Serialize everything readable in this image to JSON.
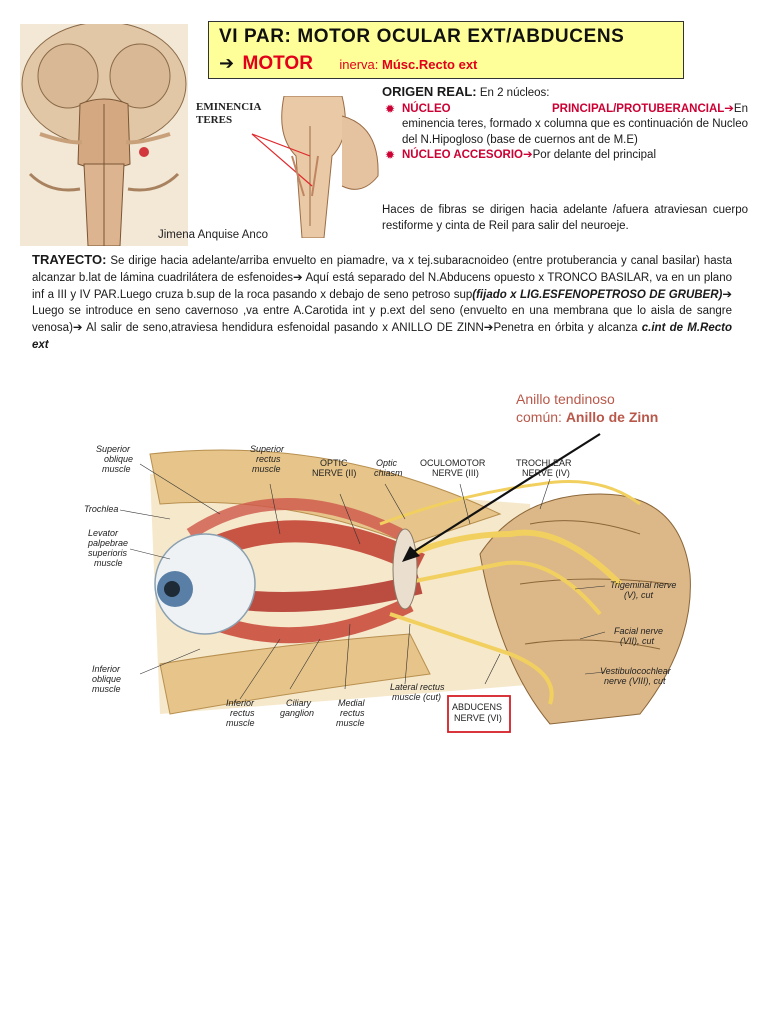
{
  "title": {
    "line1": "VI PAR: MOTOR OCULAR EXT/ABDUCENS",
    "arrow": "➔",
    "motor": "MOTOR",
    "inerva": "inerva: ",
    "musc": "Músc.Recto ext"
  },
  "brain_caption": "Jimena Anquise Anco",
  "eminencia_label": [
    "EMINENCIA",
    "TERES"
  ],
  "origen": {
    "title": "ORIGEN REAL:",
    "subtitle": " En 2 núcleos:",
    "item1_a": "NÚCLEO",
    "item1_b": "PRINCIPAL/PROTUBERANCIAL",
    "item1_arrow": "➔",
    "item1_c": "En",
    "item1_text": "eminencia teres, formado x columna que es continuación de Nucleo del N.Hipogloso (base de cuernos ant de M.E)",
    "item2_a": "NÚCLEO ACCESORIO",
    "item2_arrow": "➔",
    "item2_text": "Por delante del principal",
    "haces": "Haces de fibras se dirigen hacia adelante /afuera atraviesan cuerpo restiforme y cinta de Reil para salir del neuroeje."
  },
  "trayecto": {
    "label": "TRAYECTO:",
    "p1": " Se dirige hacia adelante/arriba envuelto en piamadre, va x tej.subaracnoideo (entre protuberancia y canal basilar) hasta alcanzar b.lat de lámina cuadrilátera de esfenoides",
    "a1": "➔",
    "p2": " Aquí está separado del N.Abducens opuesto x TRONCO BASILAR, va en un plano inf a III y IV PAR.Luego cruza b.sup de la roca pasando x debajo de seno petroso sup",
    "b1": "(fijado x LIG.ESFENOPETROSO DE GRUBER)",
    "a2": "➔",
    "p3": " Luego se introduce en seno cavernoso ,va entre A.Carotida int y p.ext del seno (envuelto en una membrana que lo aisla de sangre venosa)",
    "a3": "➔",
    "p4": " Al salir de seno,atraviesa hendidura esfenoidal pasando x ANILLO DE ZINN",
    "a4": "➔",
    "p5": "Penetra en órbita y alcanza ",
    "b2": "c.int de M.Recto ext"
  },
  "anillo": {
    "line1": "Anillo tendinoso",
    "line2a": "común: ",
    "line2b": "Anillo de Zinn"
  },
  "figure_labels": {
    "superior_oblique": [
      "Superior",
      "oblique",
      "muscle"
    ],
    "superior_rectus": [
      "Superior",
      "rectus",
      "muscle"
    ],
    "optic_nerve": [
      "OPTIC",
      "NERVE (II)"
    ],
    "optic_chiasm": [
      "Optic",
      "chiasm"
    ],
    "oculomotor": [
      "OCULOMOTOR",
      "NERVE (III)"
    ],
    "trochlear": [
      "TROCHLEAR",
      "NERVE (IV)"
    ],
    "trochlea": "Trochlea",
    "levator": [
      "Levator",
      "palpebrae",
      "superioris",
      "muscle"
    ],
    "trigeminal": [
      "Trigeminal nerve",
      "(V), cut"
    ],
    "facial": [
      "Facial nerve",
      "(VII), cut"
    ],
    "vestibulo": [
      "Vestibulocochlear",
      "nerve (VIII), cut"
    ],
    "inferior_oblique": [
      "Inferior",
      "oblique",
      "muscle"
    ],
    "inferior_rectus": [
      "Inferior",
      "rectus",
      "muscle"
    ],
    "ciliary": [
      "Ciliary",
      "ganglion"
    ],
    "medial_rectus": [
      "Medial",
      "rectus",
      "muscle"
    ],
    "lateral_rectus": [
      "Lateral rectus",
      "muscle (cut)"
    ],
    "abducens": [
      "ABDUCENS",
      "NERVE (VI)"
    ]
  },
  "colors": {
    "title_bg": "#ffff99",
    "accent_red": "#e2001a",
    "bullet_red": "#cc0033",
    "anillo": "#b9584a"
  }
}
